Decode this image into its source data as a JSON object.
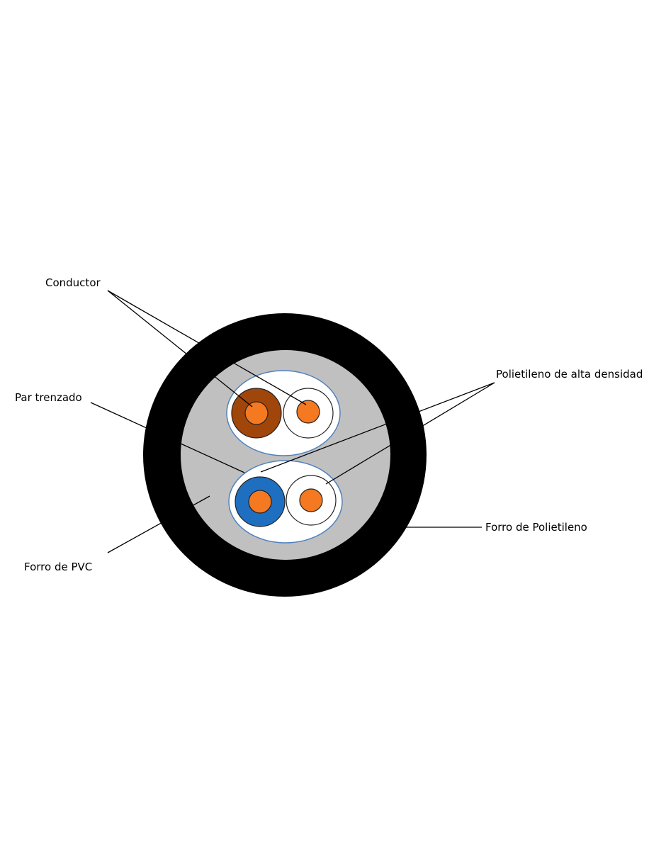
{
  "labels": {
    "conductor": "Conductor",
    "par_trenzado": "Par trenzado",
    "forro_pvc": "Forro de PVC",
    "polietileno_alta_densidad": "Polietileno de alta densidad",
    "forro_polietileno": "Forro de Polietileno"
  },
  "colors": {
    "background": "#ffffff",
    "outer_jacket": "#000000",
    "pvc_filler": "#c0c0c0",
    "pair_envelope_fill": "#ffffff",
    "pair_envelope_stroke": "#4f81bd",
    "conductor_copper": "#f47920",
    "insulation_brown": "#a0460a",
    "insulation_blue": "#1f6fc0",
    "insulation_white": "#ffffff",
    "leader_line": "#000000"
  }
}
